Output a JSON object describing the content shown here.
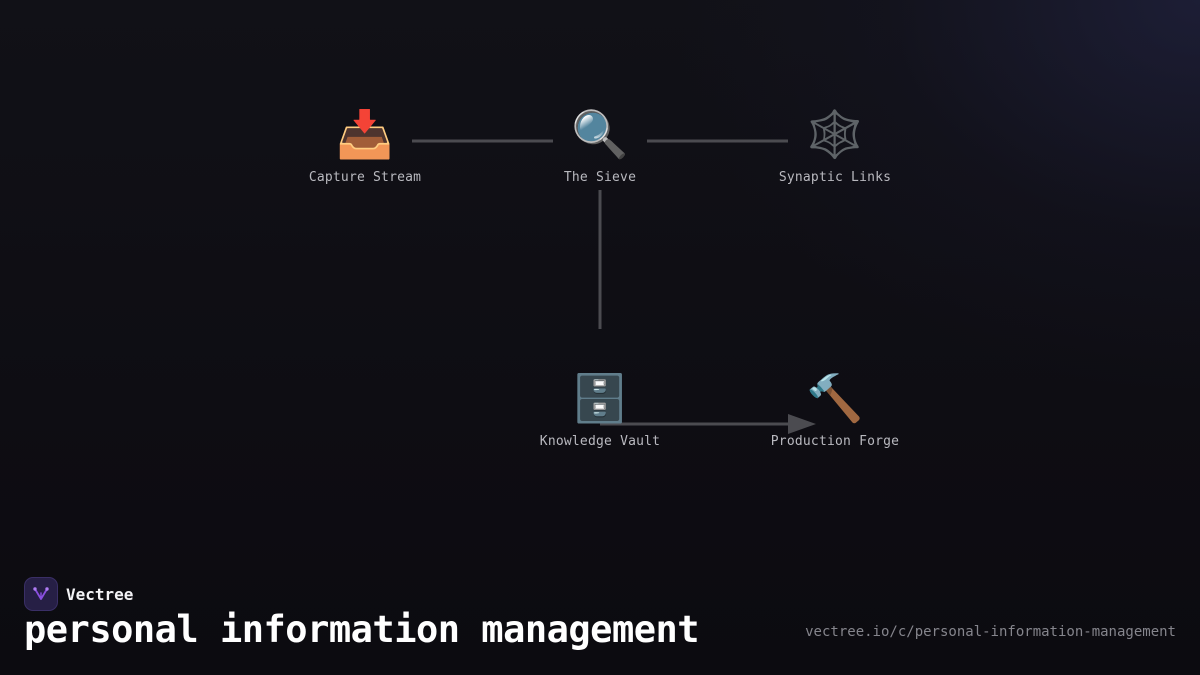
{
  "diagram": {
    "nodes": [
      {
        "id": "capture",
        "icon": "inbox-tray-icon",
        "glyph": "📥",
        "label": "Capture Stream"
      },
      {
        "id": "sieve",
        "icon": "magnifying-glass-icon",
        "glyph": "🔍",
        "label": "The Sieve"
      },
      {
        "id": "synaptic",
        "icon": "spider-web-icon",
        "glyph": "🕸️",
        "label": "Synaptic Links"
      },
      {
        "id": "vault",
        "icon": "file-cabinet-icon",
        "glyph": "🗄️",
        "label": "Knowledge Vault"
      },
      {
        "id": "forge",
        "icon": "hammer-icon",
        "glyph": "🔨",
        "label": "Production Forge"
      }
    ],
    "edges": [
      {
        "from": "capture",
        "to": "sieve",
        "arrow": false
      },
      {
        "from": "sieve",
        "to": "synaptic",
        "arrow": false
      },
      {
        "from": "sieve",
        "to": "vault",
        "arrow": false
      },
      {
        "from": "vault",
        "to": "forge",
        "arrow": true
      }
    ],
    "colors": {
      "connector": "#4b4b50",
      "label": "#b9b9bf"
    }
  },
  "brand": {
    "name": "Vectree",
    "logo_icon": "vectree-logo-icon",
    "logo_color": "#8a4fe0"
  },
  "title": "personal information management",
  "url": "vectree.io/c/personal-information-management"
}
